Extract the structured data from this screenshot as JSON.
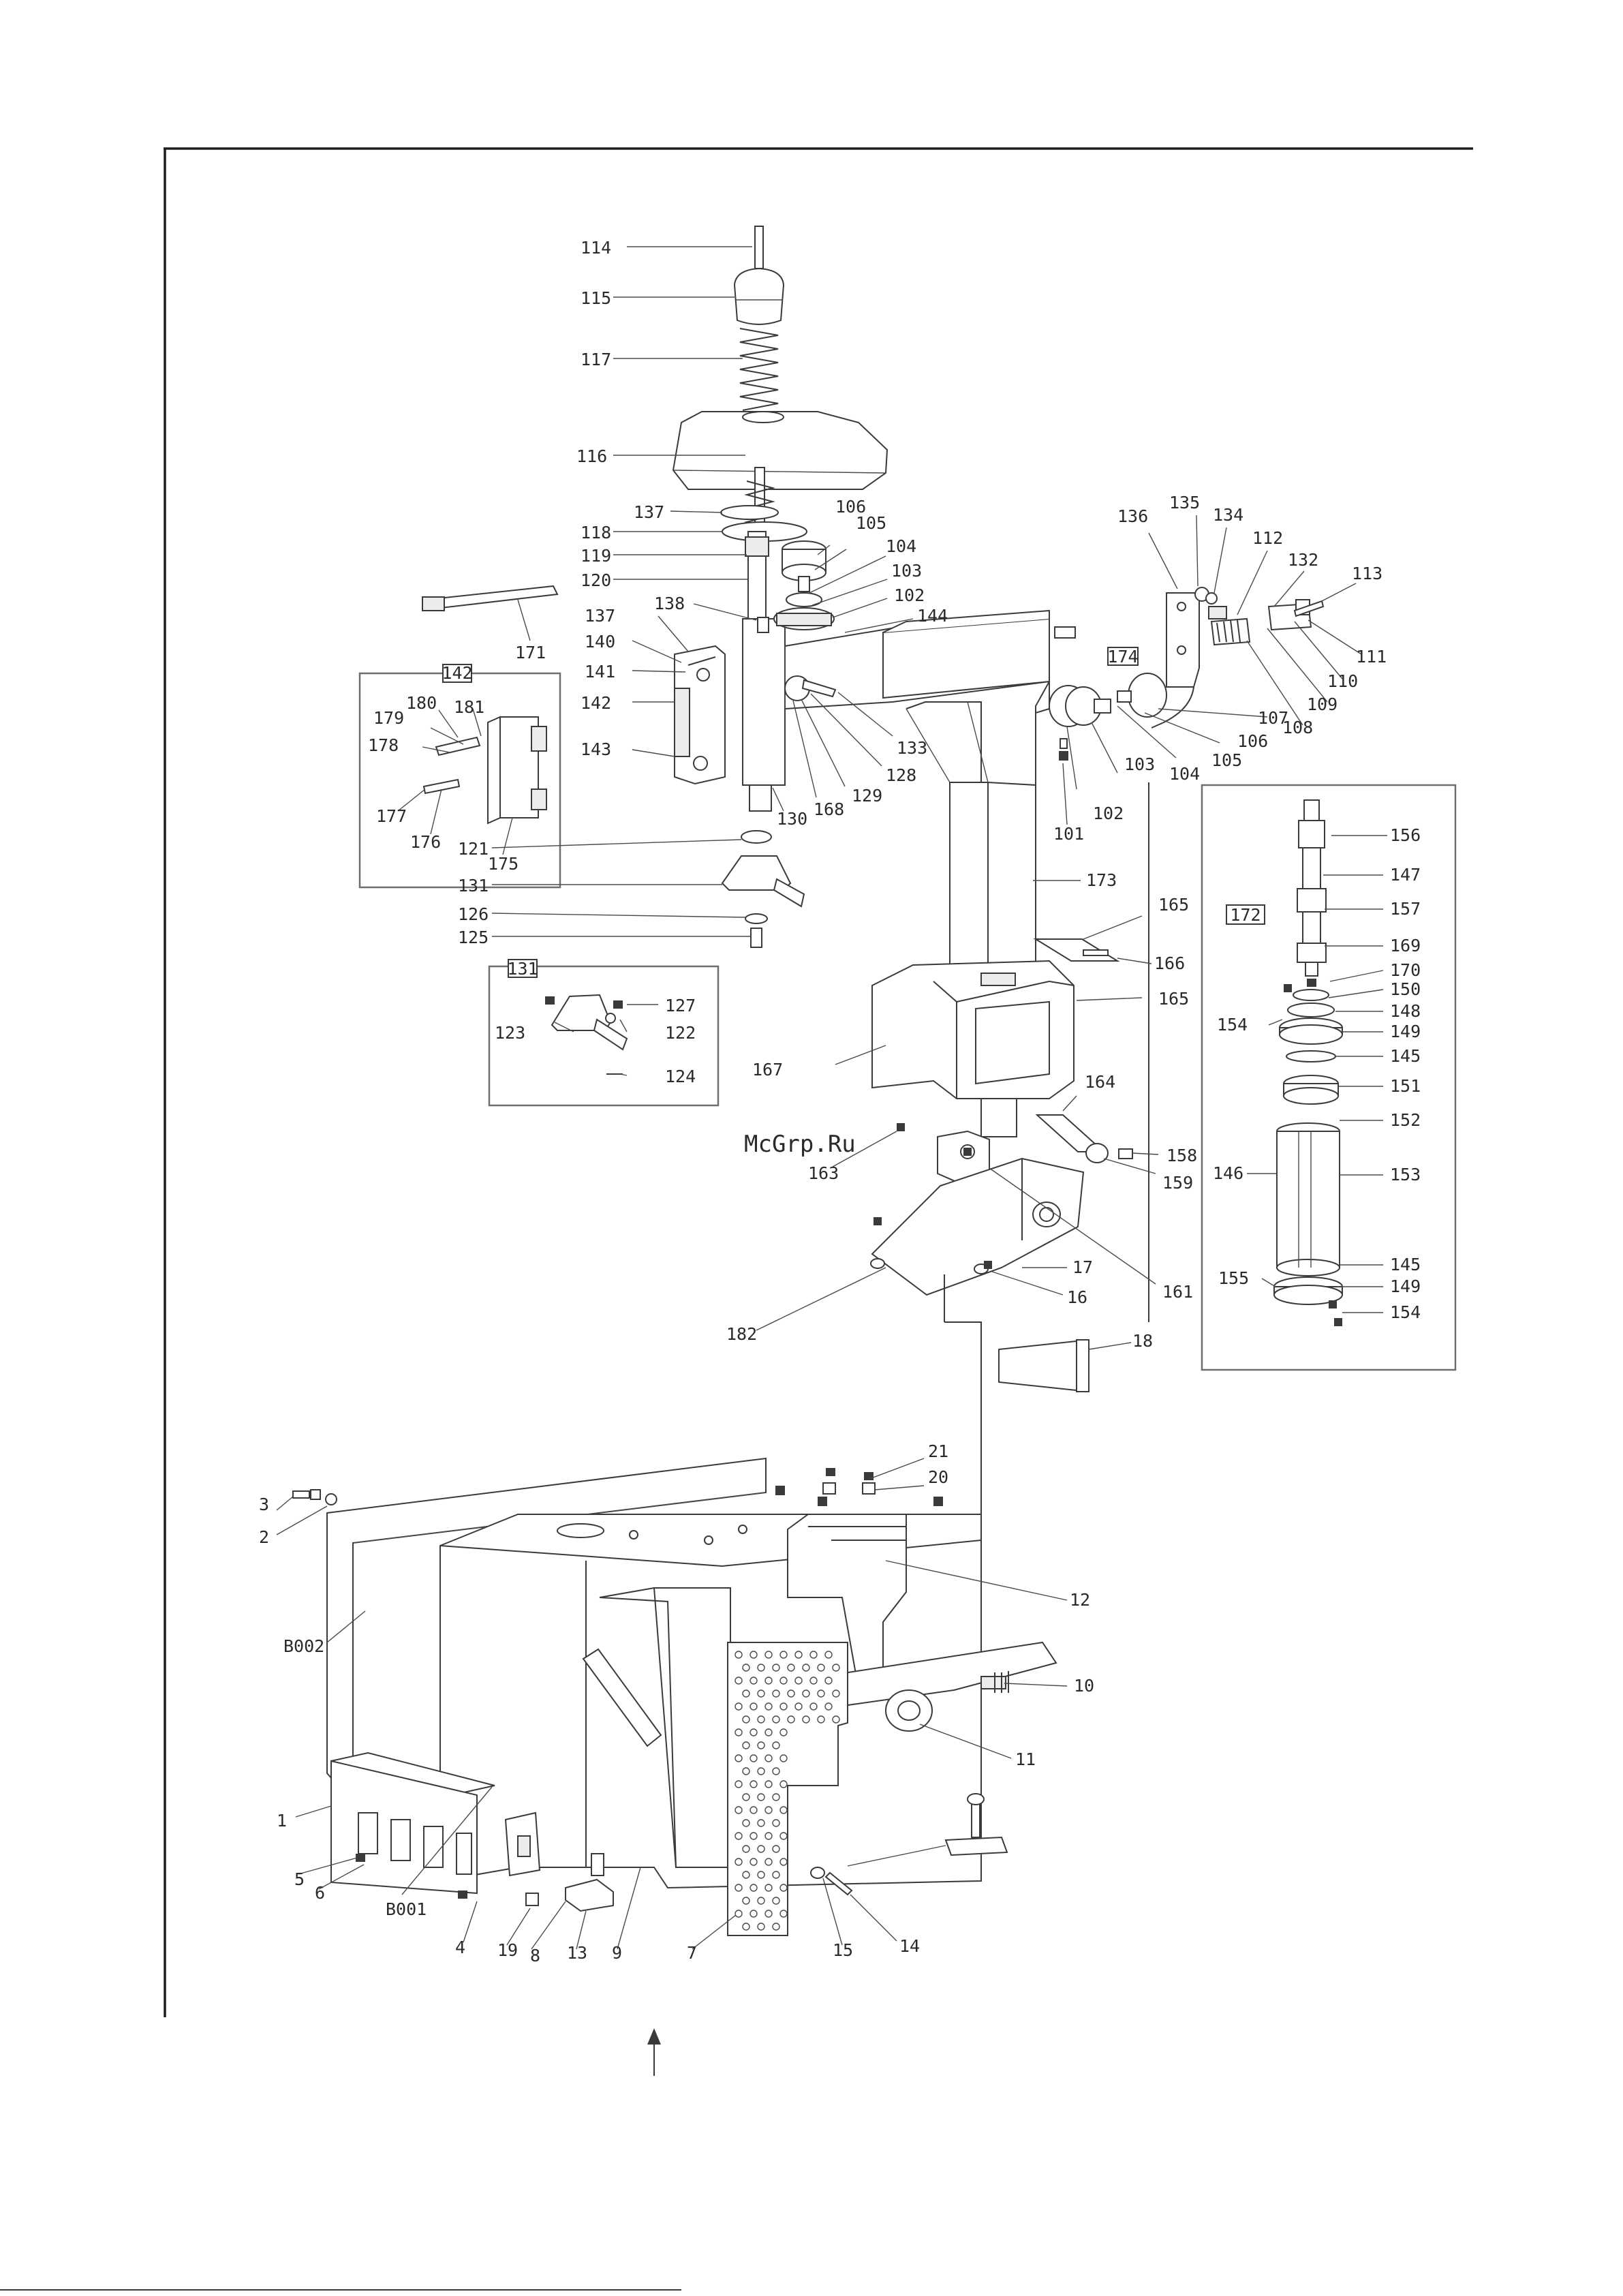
{
  "watermark": "McGrp.Ru",
  "subassembly_tags": [
    "142",
    "131",
    "174",
    "172"
  ],
  "part_labels": {
    "p114": "114",
    "p115": "115",
    "p117": "117",
    "p116": "116",
    "p137a": "137",
    "p118": "118",
    "p119": "119",
    "p120": "120",
    "p138": "138",
    "p137b": "137",
    "p140": "140",
    "p141": "141",
    "p142": "142",
    "p143": "143",
    "p171": "171",
    "p106a": "106",
    "p105a": "105",
    "p104a": "104",
    "p103a": "103",
    "p102a": "102",
    "p144": "144",
    "p133": "133",
    "p128": "128",
    "p129": "129",
    "p168": "168",
    "p130": "130",
    "p121": "121",
    "p131": "131",
    "p126": "126",
    "p125": "125",
    "p180": "180",
    "p181": "181",
    "p179": "179",
    "p178": "178",
    "p177": "177",
    "p176": "176",
    "p175": "175",
    "p127": "127",
    "p122": "122",
    "p123": "123",
    "p124": "124",
    "p136": "136",
    "p135": "135",
    "p134": "134",
    "p112": "112",
    "p132": "132",
    "p113": "113",
    "p111": "111",
    "p110": "110",
    "p109": "109",
    "p108": "108",
    "p107": "107",
    "p106b": "106",
    "p105b": "105",
    "p104b": "104",
    "p103b": "103",
    "p102b": "102",
    "p101": "101",
    "p173": "173",
    "p156": "156",
    "p147": "147",
    "p157": "157",
    "p169": "169",
    "p170": "170",
    "p150": "150",
    "p154a": "154",
    "p148": "148",
    "p149a": "149",
    "p145a": "145",
    "p151": "151",
    "p152": "152",
    "p146": "146",
    "p153": "153",
    "p145b": "145",
    "p155": "155",
    "p149b": "149",
    "p154b": "154",
    "p165a": "165",
    "p166": "166",
    "p165b": "165",
    "p167": "167",
    "p164": "164",
    "p158": "158",
    "p159": "159",
    "p163": "163",
    "p161": "161",
    "p17": "17",
    "p16": "16",
    "p182": "182",
    "p18": "18",
    "p21": "21",
    "p20": "20",
    "p3": "3",
    "p2": "2",
    "pB002": "B002",
    "p12": "12",
    "p10": "10",
    "p11": "11",
    "p1": "1",
    "p5": "5",
    "p6": "6",
    "pB001": "B001",
    "p4": "4",
    "p19": "19",
    "p8": "8",
    "p13": "13",
    "p9": "9",
    "p7": "7",
    "p15": "15",
    "p14": "14"
  }
}
